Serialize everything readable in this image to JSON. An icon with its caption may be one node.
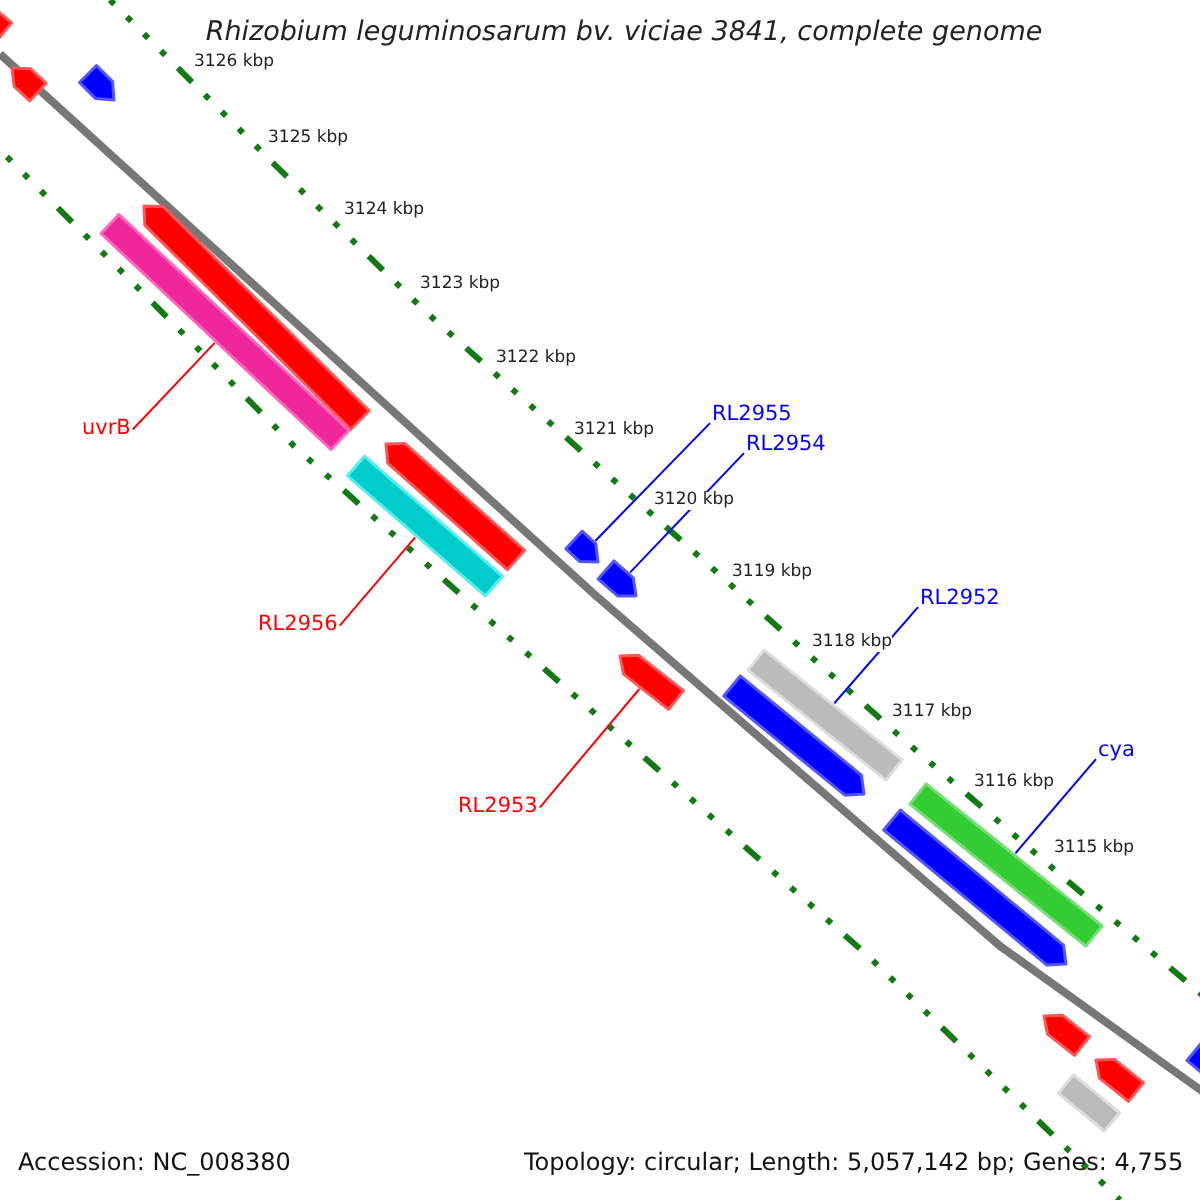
{
  "diagram": {
    "title": "Rhizobium leguminosarum bv. viciae 3841, complete genome",
    "nodes": [
      {
        "text": [
          "RL2955"
        ]
      },
      {
        "text": [
          "uvrB"
        ]
      },
      {
        "text": [
          "RL2954"
        ]
      },
      {
        "text": [
          "RL2952"
        ]
      },
      {
        "text": [
          "RL2956"
        ]
      },
      {
        "text": [
          "cya"
        ]
      },
      {
        "text": [
          "RL2953"
        ]
      },
      {
        "text": [],
        "shape": "bar"
      },
      {
        "text": [],
        "shape": "bar"
      },
      {
        "text": [],
        "shape": "bar"
      },
      {
        "text": [],
        "shape": "bar"
      },
      {
        "text": [],
        "shape": "bar"
      },
      {
        "text": [],
        "shape": "bar"
      },
      {
        "text": [],
        "shape": "bar"
      },
      {
        "text": [],
        "shape": "bar"
      },
      {
        "text": [],
        "shape": "bar"
      },
      {
        "text": [],
        "shape": "bar"
      },
      {
        "text": [],
        "shape": "bar"
      },
      {
        "text": [],
        "shape": "bar"
      },
      {
        "text": [],
        "shape": "bar"
      },
      {
        "text": [],
        "shape": "bar"
      },
      {
        "text": [],
        "shape": "bar"
      },
      {
        "text": [],
        "shape": "bar"
      },
      {
        "text": [],
        "shape": "bar"
      },
      {
        "text": [],
        "shape": "bar"
      }
    ],
    "edges": [
      {
        "from": 0,
        "to": 14,
        "arrow": "none"
      },
      {
        "from": 1,
        "to": 11,
        "arrow": "none",
        "color": "#ff0000"
      },
      {
        "from": 2,
        "to": 15,
        "arrow": "none"
      },
      {
        "from": 3,
        "to": 17,
        "arrow": "none"
      },
      {
        "from": 4,
        "to": 13,
        "arrow": "none",
        "color": "#ff0000"
      },
      {
        "from": 5,
        "to": 19,
        "arrow": "none"
      },
      {
        "from": 6,
        "to": 16,
        "arrow": "none",
        "color": "#ff0000"
      }
    ],
    "labels": [
      "3126 kbp",
      "3125 kbp",
      "3124 kbp",
      "3123 kbp",
      "3122 kbp",
      "3121 kbp",
      "3120 kbp",
      "3119 kbp",
      "3118 kbp",
      "3117 kbp",
      "3116 kbp",
      "3115 kbp",
      "Accession: NC_008380",
      "Topology: circular; Length: 5,057,142 bp; Genes: 4,755"
    ]
  }
}
